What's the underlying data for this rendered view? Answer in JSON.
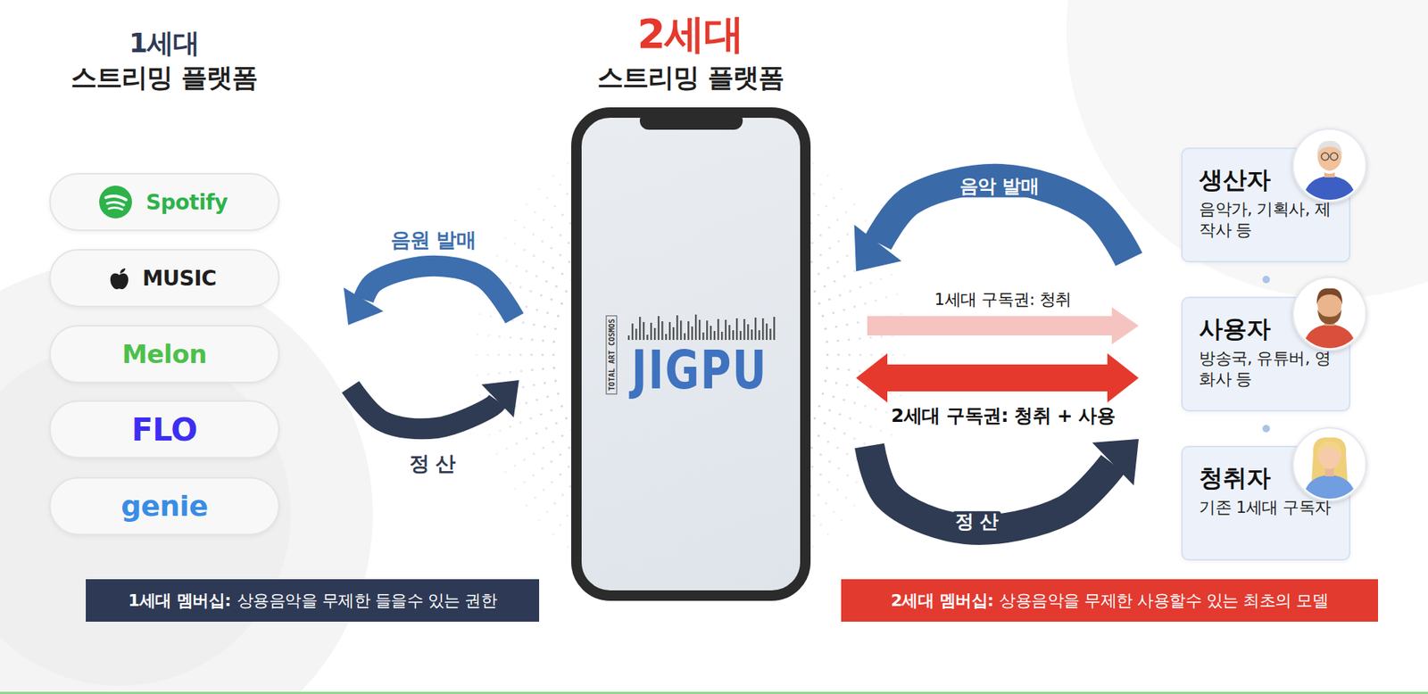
{
  "diagram": {
    "nodes": [
      {
        "text": [
          "Spotify"
        ]
      },
      {
        "text": [
          "MUSIC"
        ]
      },
      {
        "text": [
          "Melon"
        ]
      },
      {
        "text": [
          "FLO"
        ]
      },
      {
        "text": [
          "genie"
        ]
      },
      {
        "text": [
          "TOTAL ART COSMOS",
          "JIGPU"
        ]
      },
      {
        "text": [
          "생산자",
          "음악가, 기획사, 제작사 등"
        ]
      },
      {
        "text": [
          "사용자",
          "방송국, 유튜버, 영화사 등"
        ]
      },
      {
        "text": [
          "청취자",
          "기존 1세대 구독자"
        ]
      },
      {
        "text": [
          "1세대 멤버십:",
          "상용음악을 무제한 들을수 있는 권한"
        ]
      },
      {
        "text": [
          "2세대 멤버십:",
          "상용음악을 무제한 사용할수 있는 최초의 모델"
        ]
      }
    ],
    "edges": [
      {
        "from": 5,
        "to": 2,
        "label": "음원 발매",
        "arrow": "to"
      },
      {
        "from": 2,
        "to": 5,
        "label": "정 산",
        "arrow": "to"
      },
      {
        "from": 6,
        "to": 5,
        "label": "음악 발매",
        "arrow": "to"
      },
      {
        "from": 5,
        "to": 7,
        "label": "1세대 구독권: 청취",
        "arrow": "to"
      },
      {
        "from": 5,
        "to": 7,
        "label": "2세대 구독권: 청취 + 사용",
        "arrow": "both"
      },
      {
        "from": 5,
        "to": 8,
        "label": "정 산",
        "arrow": "to"
      }
    ],
    "labels": [
      "1세대",
      "스트리밍 플랫폼",
      "2세대",
      "스트리밍 플랫폼"
    ]
  }
}
